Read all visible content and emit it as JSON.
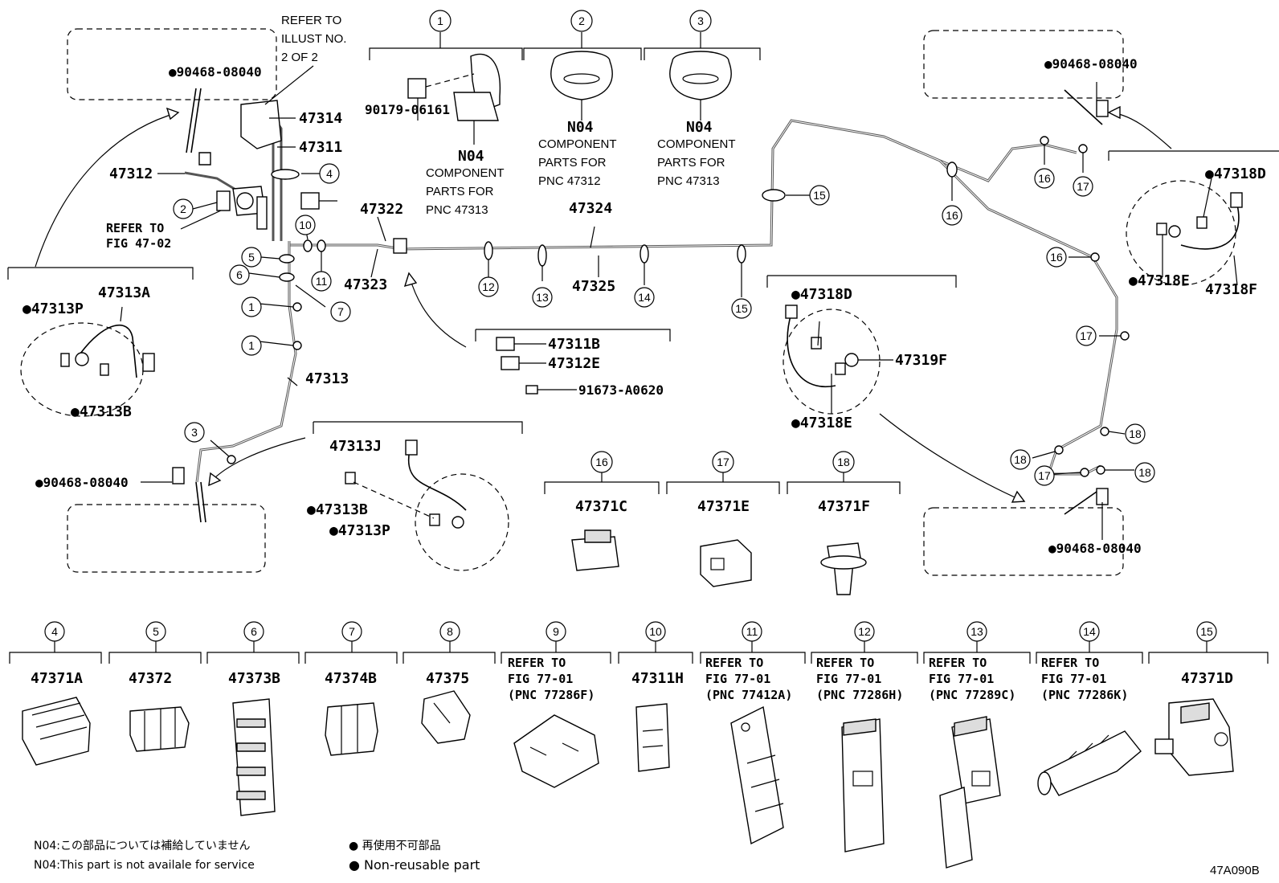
{
  "diagram_code": "47A090B",
  "refer_illust": [
    "REFER TO",
    "ILLUST NO.",
    "2 OF 2"
  ],
  "refer_fig_4702": [
    "REFER TO",
    "FIG 47-02"
  ],
  "top_parts": [
    {
      "num": "1",
      "part": "90179-06161",
      "code": "N04",
      "desc": [
        "COMPONENT",
        "PARTS FOR",
        "PNC 47313"
      ]
    },
    {
      "num": "2",
      "code": "N04",
      "desc": [
        "COMPONENT",
        "PARTS FOR",
        "PNC 47312"
      ]
    },
    {
      "num": "3",
      "code": "N04",
      "desc": [
        "COMPONENT",
        "PARTS FOR",
        "PNC 47313"
      ]
    }
  ],
  "labels": {
    "p90468_tl": "●90468-08040",
    "p90468_tr": "●90468-08040",
    "p90468_bl": "●90468-08040",
    "p90468_br": "●90468-08040",
    "p47314": "47314",
    "p47311": "47311",
    "p47312": "47312",
    "p47313": "47313",
    "p47322": "47322",
    "p47323": "47323",
    "p47324": "47324",
    "p47325": "47325",
    "p47313A": "47313A",
    "p47313P": "●47313P",
    "p47313B": "●47313B",
    "p47313J": "47313J",
    "p47313B2": "●47313B",
    "p47313P2": "●47313P",
    "p47311B": "47311B",
    "p47312E": "47312E",
    "p91673": "91673-A0620",
    "p47318D": "●47318D",
    "p47319F": "47319F",
    "p47318E": "●47318E",
    "p47318D2": "●47318D",
    "p47318E2": "●47318E",
    "p47318F": "47318F"
  },
  "clip_parts_mid": [
    {
      "num": "16",
      "part": "47371C"
    },
    {
      "num": "17",
      "part": "47371E"
    },
    {
      "num": "18",
      "part": "47371F"
    }
  ],
  "clip_parts_bottom": [
    {
      "num": "4",
      "lines": [
        "47371A"
      ]
    },
    {
      "num": "5",
      "lines": [
        "47372"
      ]
    },
    {
      "num": "6",
      "lines": [
        "47373B"
      ]
    },
    {
      "num": "7",
      "lines": [
        "47374B"
      ]
    },
    {
      "num": "8",
      "lines": [
        "47375"
      ]
    },
    {
      "num": "9",
      "lines": [
        "REFER TO",
        "FIG 77-01",
        "(PNC 77286F)"
      ]
    },
    {
      "num": "10",
      "lines": [
        "47311H"
      ]
    },
    {
      "num": "11",
      "lines": [
        "REFER TO",
        "FIG 77-01",
        "(PNC 77412A)"
      ]
    },
    {
      "num": "12",
      "lines": [
        "REFER TO",
        "FIG 77-01",
        "(PNC 77286H)"
      ]
    },
    {
      "num": "13",
      "lines": [
        "REFER TO",
        "FIG 77-01",
        "(PNC 77289C)"
      ]
    },
    {
      "num": "14",
      "lines": [
        "REFER TO",
        "FIG 77-01",
        "(PNC 77286K)"
      ]
    },
    {
      "num": "15",
      "lines": [
        "47371D"
      ]
    }
  ],
  "notes": {
    "n04_jp": "N04:この部品については補給していません",
    "n04_en": "N04:This part is not availale for service",
    "nonreuse_jp": "● 再使用不可部品",
    "nonreuse_en": "● Non-reusable part"
  },
  "callouts": [
    "1",
    "1",
    "2",
    "3",
    "4",
    "5",
    "6",
    "7",
    "8",
    "9",
    "10",
    "11",
    "12",
    "13",
    "14",
    "15",
    "15",
    "16",
    "16",
    "17",
    "17",
    "17",
    "18",
    "18"
  ]
}
